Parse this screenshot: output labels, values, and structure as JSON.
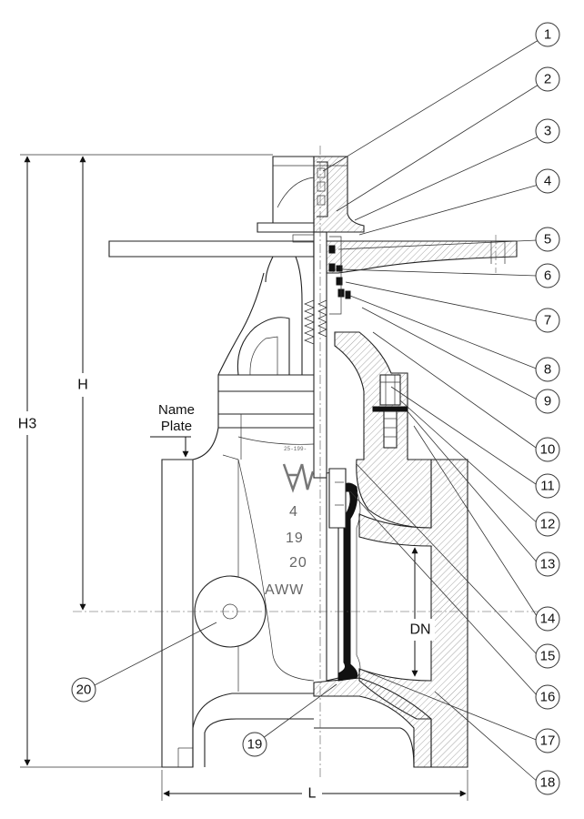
{
  "dimensions": {
    "overall_height": "H3",
    "height": "H",
    "length": "L",
    "diameter": "DN"
  },
  "name_plate": {
    "line1": "Name",
    "line2": "Plate"
  },
  "part_numbers": [
    "1",
    "2",
    "3",
    "4",
    "5",
    "6",
    "7",
    "8",
    "9",
    "10",
    "11",
    "12",
    "13",
    "14",
    "15",
    "16",
    "17",
    "18",
    "19",
    "20"
  ],
  "casting_text": {
    "line1": "4",
    "line2": "19",
    "line3": "20",
    "line4": "AWW",
    "small": "25-199-"
  }
}
